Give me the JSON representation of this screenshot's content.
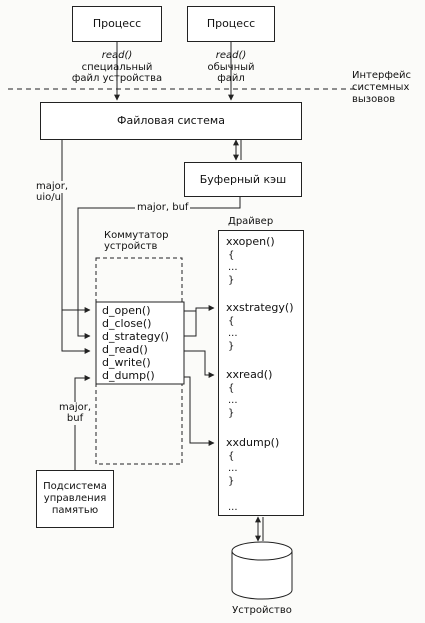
{
  "diagram": {
    "process1": {
      "label": "Процесс",
      "call": "read()",
      "desc_line1": "специальный",
      "desc_line2": "файл устройства"
    },
    "process2": {
      "label": "Процесс",
      "call": "read()",
      "desc_line1": "обычный",
      "desc_line2": "файл"
    },
    "syscall_interface": {
      "line1": "Интерфейс",
      "line2": "системных",
      "line3": "вызовов"
    },
    "filesystem": "Файловая система",
    "buffer_cache": "Буферный кэш",
    "arrow_major_uio": {
      "line1": "major,",
      "line2": "uio/u"
    },
    "arrow_major_buf": "major, buf",
    "arrow_major_buf_mm": {
      "line1": "major,",
      "line2": "buf"
    },
    "switch_title": {
      "line1": "Коммутатор",
      "line2": "устройств"
    },
    "switch_entries": [
      "d_open()",
      "d_close()",
      "d_strategy()",
      "d_read()",
      "d_write()",
      "d_dump()"
    ],
    "driver": {
      "title": "Драйвер",
      "functions": [
        "xxopen()",
        "xxstrategy()",
        "xxread()",
        "xxdump()"
      ],
      "brace_open": "{",
      "brace_close": "}",
      "ellipsis": "..."
    },
    "memory_subsystem": {
      "line1": "Подсистема",
      "line2": "управления",
      "line3": "памятью"
    },
    "device": "Устройство"
  }
}
